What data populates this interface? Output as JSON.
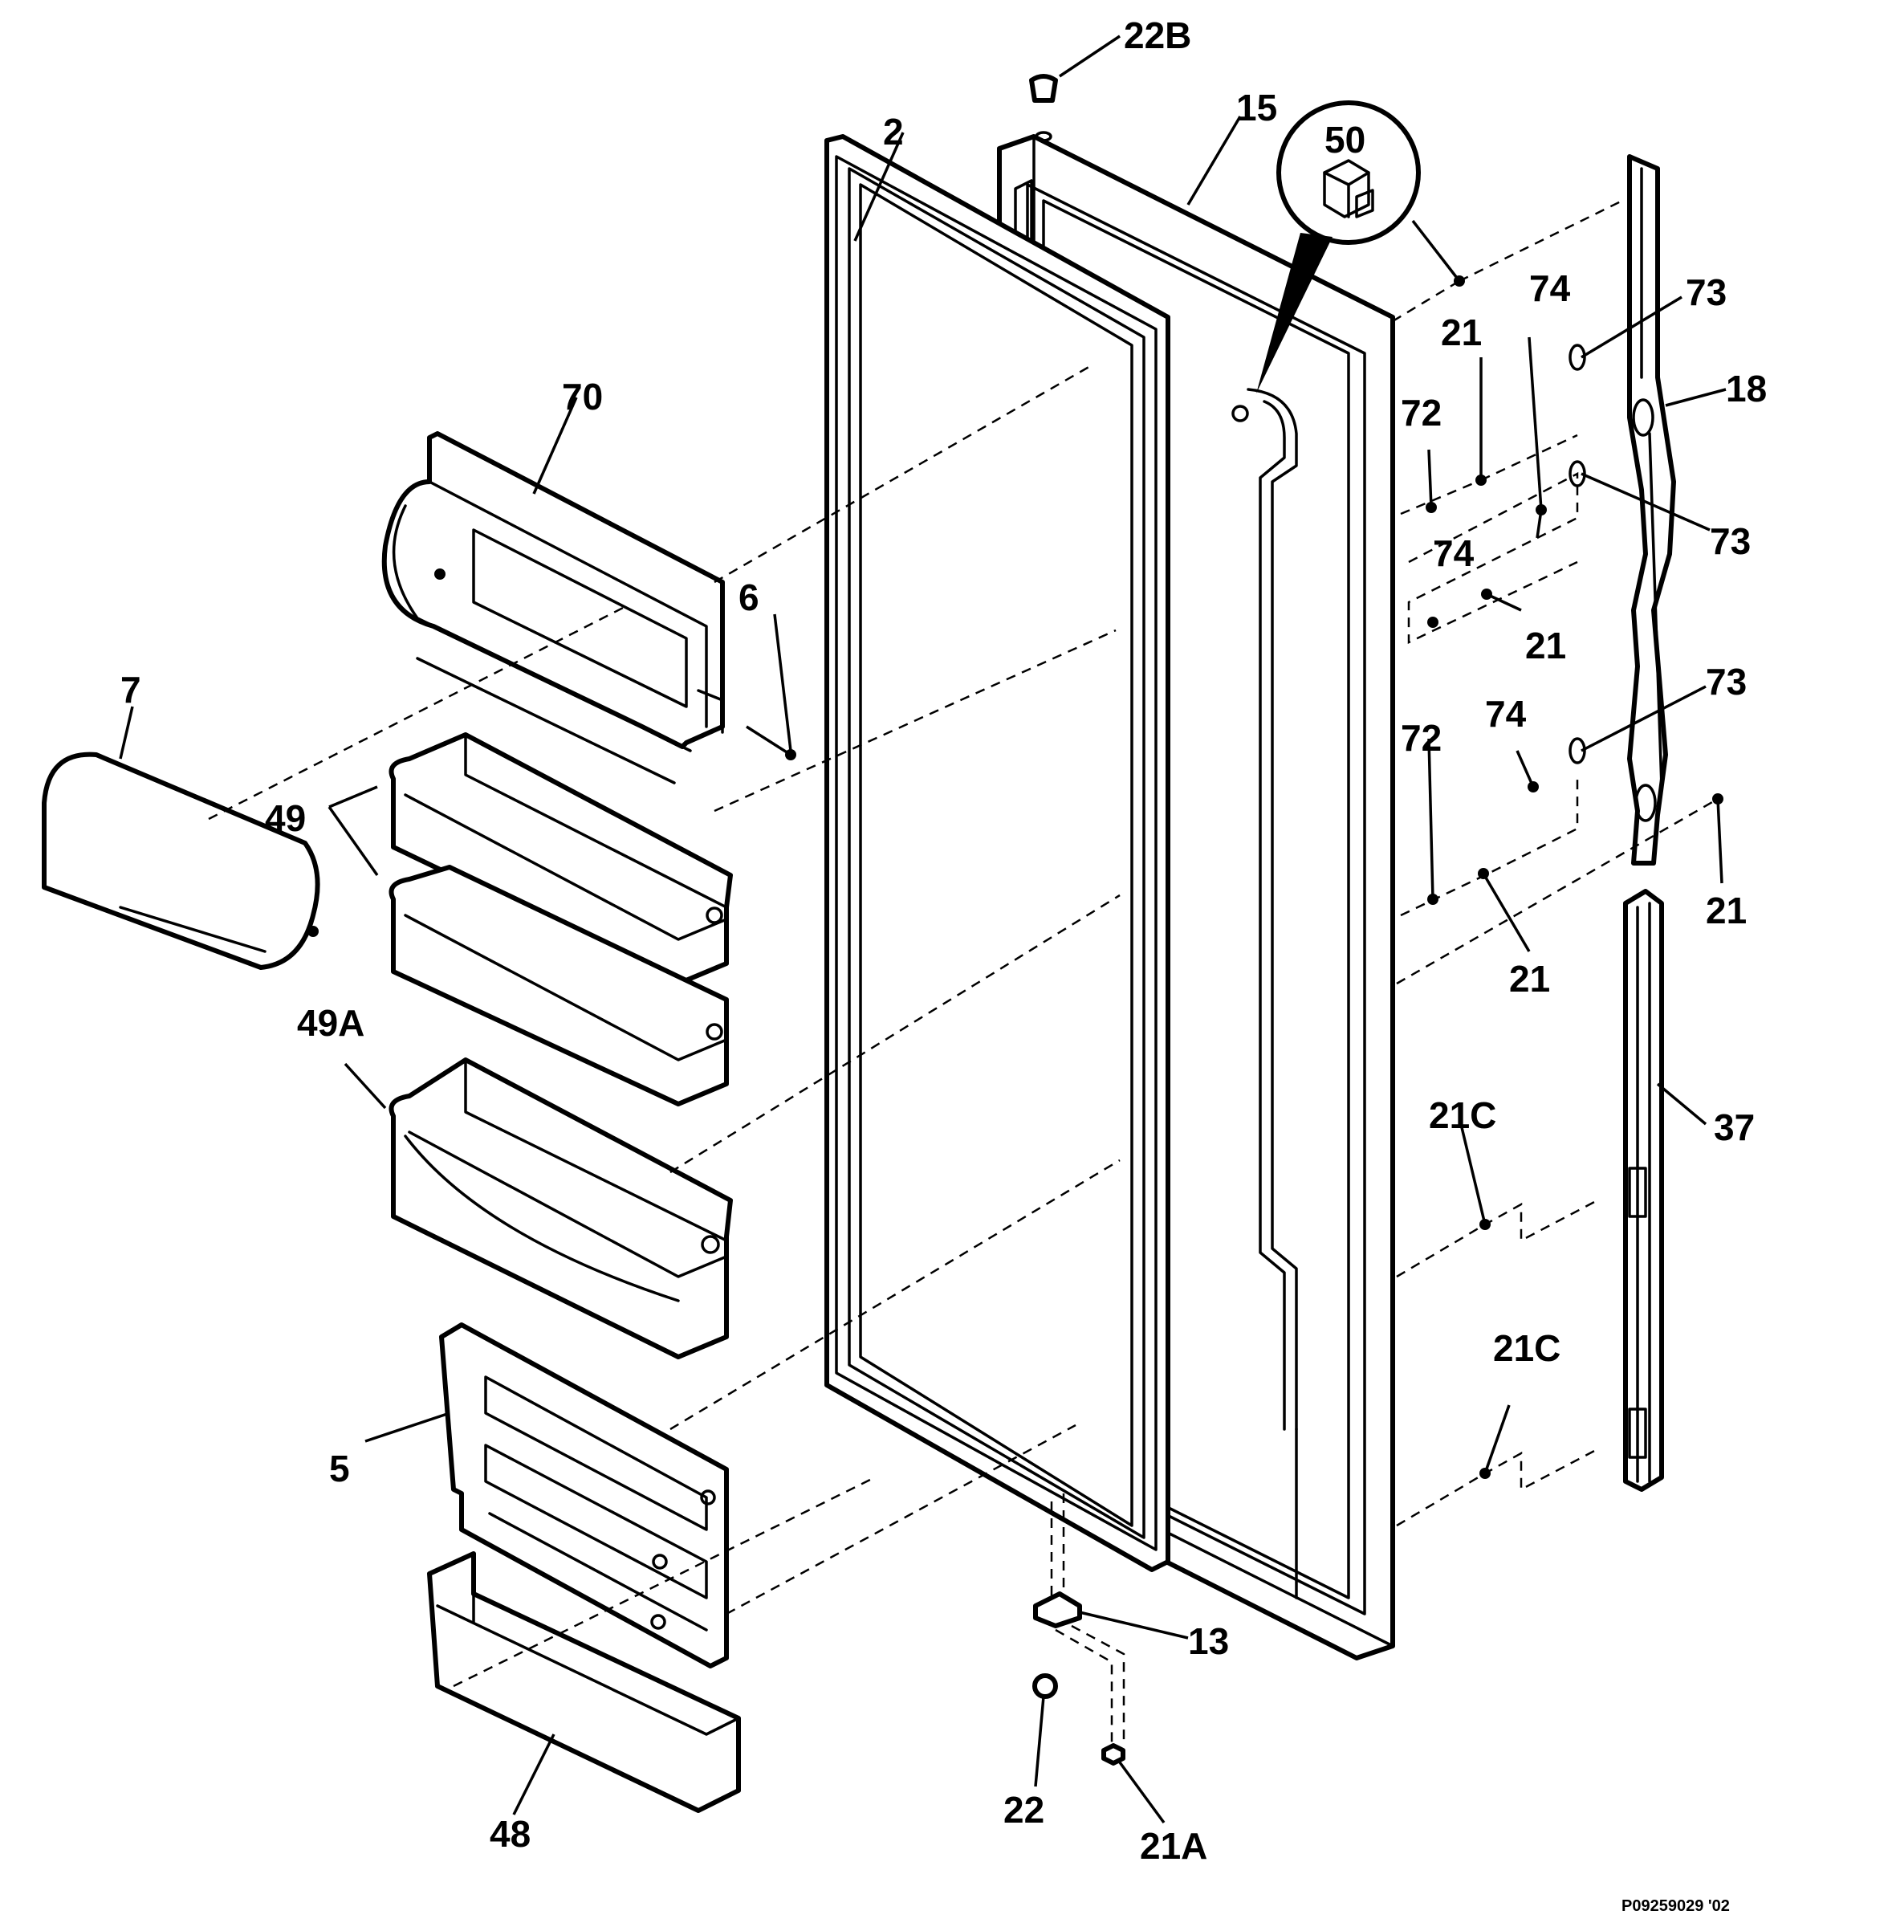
{
  "diagram": {
    "labels": {
      "p2": "2",
      "p5": "5",
      "p6": "6",
      "p7": "7",
      "p13": "13",
      "p15": "15",
      "p18": "18",
      "p21a": "21",
      "p21b": "21",
      "p21c": "21",
      "p21d": "21",
      "p21A": "21A",
      "p21C_1": "21C",
      "p21C_2": "21C",
      "p22": "22",
      "p22B": "22B",
      "p37": "37",
      "p48": "48",
      "p49": "49",
      "p49A": "49A",
      "p50": "50",
      "p70": "70",
      "p72a": "72",
      "p72b": "72",
      "p73a": "73",
      "p73b": "73",
      "p73c": "73",
      "p74a": "74",
      "p74b": "74",
      "p74c": "74"
    },
    "drawing_code": "P09259029 '02"
  }
}
